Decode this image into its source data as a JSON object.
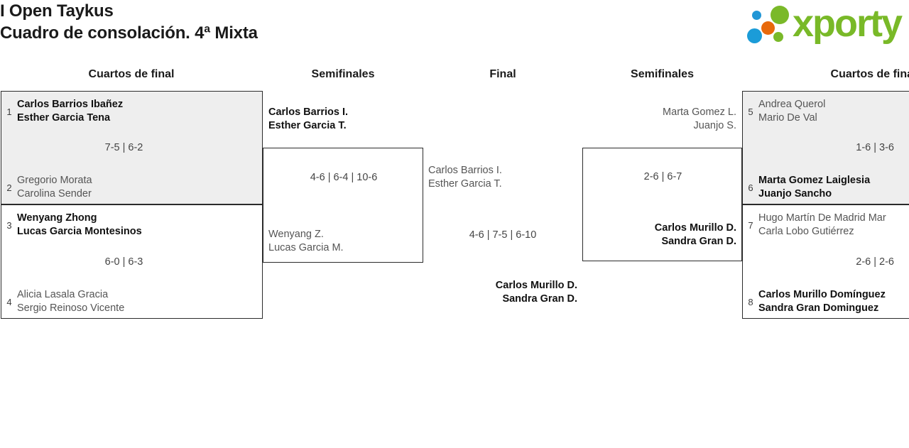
{
  "header": {
    "title_line1": "I Open Taykus",
    "title_line2": "Cuadro de consolación. 4ª Mixta",
    "logo_text": "xporty",
    "logo_dots": [
      "blue-small",
      "green-large",
      "orange",
      "blue-large",
      "green-small"
    ]
  },
  "colors": {
    "logo_green": "#79b928",
    "logo_blue": "#1b9cd8",
    "logo_orange": "#e8690b",
    "shaded_box": "#eeeeee",
    "border": "#2b2b2b",
    "winner_text": "#111111",
    "loser_text": "#555555"
  },
  "round_headers": [
    "Cuartos de final",
    "Semifinales",
    "Final",
    "Semifinales",
    "Cuartos de final"
  ],
  "bracket": {
    "left_quarterfinals": [
      {
        "shaded": true,
        "score": "7-5 | 6-2",
        "teams": [
          {
            "seed": "1",
            "players": [
              "Carlos Barrios Ibañez",
              "Esther Garcia Tena"
            ],
            "result": "winner"
          },
          {
            "seed": "2",
            "players": [
              "Gregorio Morata",
              "Carolina Sender"
            ],
            "result": "loser"
          }
        ]
      },
      {
        "shaded": false,
        "score": "6-0 | 6-3",
        "teams": [
          {
            "seed": "3",
            "players": [
              "Wenyang Zhong",
              "Lucas Garcia Montesinos"
            ],
            "result": "winner"
          },
          {
            "seed": "4",
            "players": [
              "Alicia Lasala Gracia",
              "Sergio Reinoso Vicente"
            ],
            "result": "loser"
          }
        ]
      }
    ],
    "left_semifinal": {
      "score": "4-6 | 6-4 | 10-6",
      "teams": [
        {
          "players": [
            "Carlos Barrios I.",
            "Esther Garcia T."
          ],
          "result": "winner"
        },
        {
          "players": [
            "Wenyang Z.",
            "Lucas Garcia M."
          ],
          "result": "loser"
        }
      ]
    },
    "final": {
      "score": "4-6 | 7-5 | 6-10",
      "teams": [
        {
          "players": [
            "Carlos Barrios I.",
            "Esther Garcia T."
          ],
          "result": "loser"
        },
        {
          "players": [
            "Carlos Murillo D.",
            "Sandra Gran D."
          ],
          "result": "winner"
        }
      ]
    },
    "right_semifinal": {
      "score": "2-6 | 6-7",
      "teams": [
        {
          "players": [
            "Marta Gomez L.",
            "Juanjo S."
          ],
          "result": "loser"
        },
        {
          "players": [
            "Carlos Murillo D.",
            "Sandra Gran D."
          ],
          "result": "winner"
        }
      ]
    },
    "right_quarterfinals": [
      {
        "shaded": true,
        "score": "1-6 | 3-6",
        "teams": [
          {
            "seed": "5",
            "players": [
              "Andrea Querol",
              "Mario De Val"
            ],
            "result": "loser"
          },
          {
            "seed": "6",
            "players": [
              "Marta Gomez Laiglesia",
              "Juanjo Sancho"
            ],
            "result": "winner"
          }
        ]
      },
      {
        "shaded": false,
        "score": "2-6 | 2-6",
        "teams": [
          {
            "seed": "7",
            "players": [
              "Hugo Martín De Madrid Mar",
              "Carla Lobo Gutiérrez"
            ],
            "result": "loser"
          },
          {
            "seed": "8",
            "players": [
              "Carlos Murillo Domínguez",
              "Sandra Gran Dominguez"
            ],
            "result": "winner"
          }
        ]
      }
    ]
  }
}
